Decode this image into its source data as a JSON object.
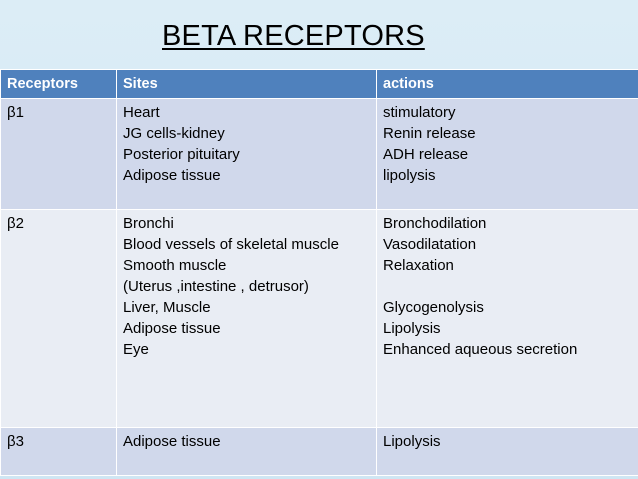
{
  "title": "BETA RECEPTORS",
  "headers": {
    "receptors": "Receptors",
    "sites": "Sites",
    "actions": "actions"
  },
  "rows": [
    {
      "receptor": "β1",
      "sites": [
        "Heart",
        "JG cells-kidney",
        "Posterior pituitary",
        "Adipose tissue"
      ],
      "actions": [
        "stimulatory",
        "Renin release",
        "ADH release",
        "lipolysis"
      ]
    },
    {
      "receptor": "β2",
      "sites": [
        "Bronchi",
        "Blood vessels of skeletal muscle",
        "Smooth muscle",
        "(Uterus ,intestine , detrusor)",
        "Liver, Muscle",
        "Adipose tissue",
        "Eye"
      ],
      "actions": [
        "Bronchodilation",
        "Vasodilatation",
        "Relaxation",
        "",
        "Glycogenolysis",
        "Lipolysis",
        "Enhanced aqueous secretion"
      ]
    },
    {
      "receptor": "β3",
      "sites": [
        "Adipose tissue"
      ],
      "actions": [
        "Lipolysis"
      ]
    }
  ],
  "colors": {
    "header_bg": "#4f81bd",
    "row_dark": "#d0d8eb",
    "row_light": "#e9edf4",
    "slide_bg": "#dcedf6"
  }
}
